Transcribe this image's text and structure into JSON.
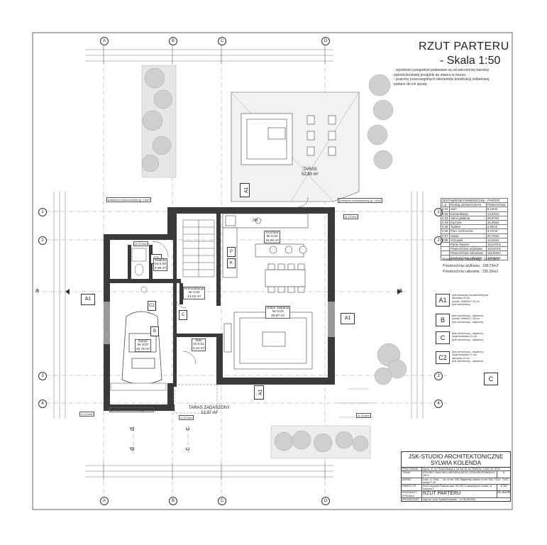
{
  "title": "RZUT PARTERU",
  "scale": "- Skala 1:50",
  "notes": [
    "- wysokości parapetów podawane są od wierzchniej warstwy",
    "  wykończeniowej posadzki do otworu w murze;",
    "- poziomy poszczególnych elementów konstrukcji żelbetowej",
    "  podano do ich spodu;"
  ],
  "axes_columns": [
    "A",
    "B",
    "C",
    "D"
  ],
  "axes_rows": [
    "1",
    "2",
    "3",
    "4"
  ],
  "section_marks": [
    "a",
    "a",
    "d",
    "d",
    "c",
    "c"
  ],
  "table": {
    "title": "ZESTAWIENIE POWIERZCHNI - PARTER",
    "headers": [
      "L.p.",
      "Rodzaj pomieszczenia",
      "Powierzchnia"
    ],
    "rows": [
      [
        "0.01",
        "Sień",
        "5,24m2"
      ],
      [
        "0.02",
        "Komunikacja",
        "13,02m2"
      ],
      [
        "0.03",
        "Salon jadalnia",
        "29,97m2"
      ],
      [
        "0.04",
        "Kuchnia",
        "15,38m2"
      ],
      [
        "0.05",
        "Toaleta",
        "2,90m2"
      ],
      [
        "0.06",
        "Pom. techniczne",
        "4,47m2"
      ],
      [
        "0.07",
        "Garaż",
        "20,76m2"
      ],
      [
        "0.08",
        "Schowek",
        "13,22m2"
      ],
      [
        "",
        "Parter   Razem",
        "104,67m2"
      ],
      [
        "",
        "Powierzchnia użytkowa",
        "104,67m2"
      ],
      [
        "",
        "Powierzchnia zabudowy",
        "119,63m2"
      ],
      [
        "",
        "Powierzchnia całkowita",
        "119,63m2"
      ]
    ]
  },
  "totals": [
    "Powierzchnia zabudowy : 119,63m2",
    "Powierzchnia użytkowa : 188,73m2",
    "Powierzchnia całkowita : 230,26m2"
  ],
  "legend": [
    {
      "code": "A1",
      "lines": [
        "tynk silikatowy na siatce/klejenie",
        "styropian 25 cm",
        "pustak \"UNIMAX\" 25 cm",
        "tynk cementowy"
      ]
    },
    {
      "code": "B",
      "lines": [
        "tynk cementowy - wapienny",
        "pustak \"UNIMAX\" 25 cm",
        "tynk cementowy - wapienny"
      ]
    },
    {
      "code": "C",
      "lines": [
        "tynk cementowy - wapienny",
        "cegła kratówka 12 cm",
        "tynk cementowy - wapienny"
      ]
    },
    {
      "code": "C2",
      "lines": [
        "tynk cementowy - wapienny",
        "cegła kratówka 12 cm",
        "styropian 10 cm",
        "tynk cementowy - wapienny"
      ]
    }
  ],
  "legend_extra": "C",
  "rooms": [
    {
      "name": "Kuchnia",
      "num": "Nr 0.04",
      "area": "15,38 m²"
    },
    {
      "name": "Salon Jadalnia",
      "num": "Nr 0.03",
      "area": "29,97 m²"
    },
    {
      "name": "Komunikacja",
      "num": "Nr 0.02",
      "area": "13,02 m²"
    },
    {
      "name": "Toaleta",
      "num": "Nr 0.05",
      "area": "2,90 m²"
    },
    {
      "name": "Sień",
      "num": "Nr 0.01",
      "area": "5,24 m²"
    },
    {
      "name": "Garaż",
      "num": "Nr 0.07",
      "area": "20,76 m²"
    }
  ],
  "terraces": [
    {
      "name": "TARAS",
      "area": "52,80 m²"
    },
    {
      "name": "TARAS ZADASZONY",
      "area": "12,97 m²"
    }
  ],
  "tags": {
    "A1": "A1",
    "B": "B",
    "C": "C",
    "C2": "C2",
    "P": "P",
    "K": "K",
    "ZM": "ZM"
  },
  "callouts": {
    "rs_110": "rs 110mm",
    "polistyren": "polistyren ekstrudowany gr. 14cm"
  },
  "title_block": {
    "firm": "JSK-STUDIO ARCHITEKTONICZNE",
    "firm2": "SYLWIA KOLENDA",
    "rows": [
      {
        "k": "PRACOWNIA",
        "v": "Sprec. el. ks. Piotra Skargi 4; tel./fax 61-8270698 tel. 0-602 44 78 81"
      },
      {
        "k": "TEMAT",
        "v": "PROJEKT BUDYNKU MIESZKALNEGO JEDNORODZINNEGO NR 3",
        "n": "1"
      },
      {
        "k": "ADRES",
        "v": "Łódź, ul. Złoty ...; dz. nr ew. 308, fragmenty działek nr ew. 309, 73/12, 73/21 obręb P-49"
      },
      {
        "k": "INWESTOR",
        "v": "Piotr Krzysztof Pastrza zam. 95-050 Konstantynów Łódzki, ul. Łanowa 1",
        "n": "1:50"
      },
      {
        "k": "PRZEDMIOT RYSUNKU",
        "v": "RZUT PARTERU",
        "n": "IX.2024"
      },
      {
        "k": "PROJEKTANT",
        "v": "mgr inż. arch. Sylwia Kolenda ... nr SŁ/39/2011"
      }
    ]
  }
}
